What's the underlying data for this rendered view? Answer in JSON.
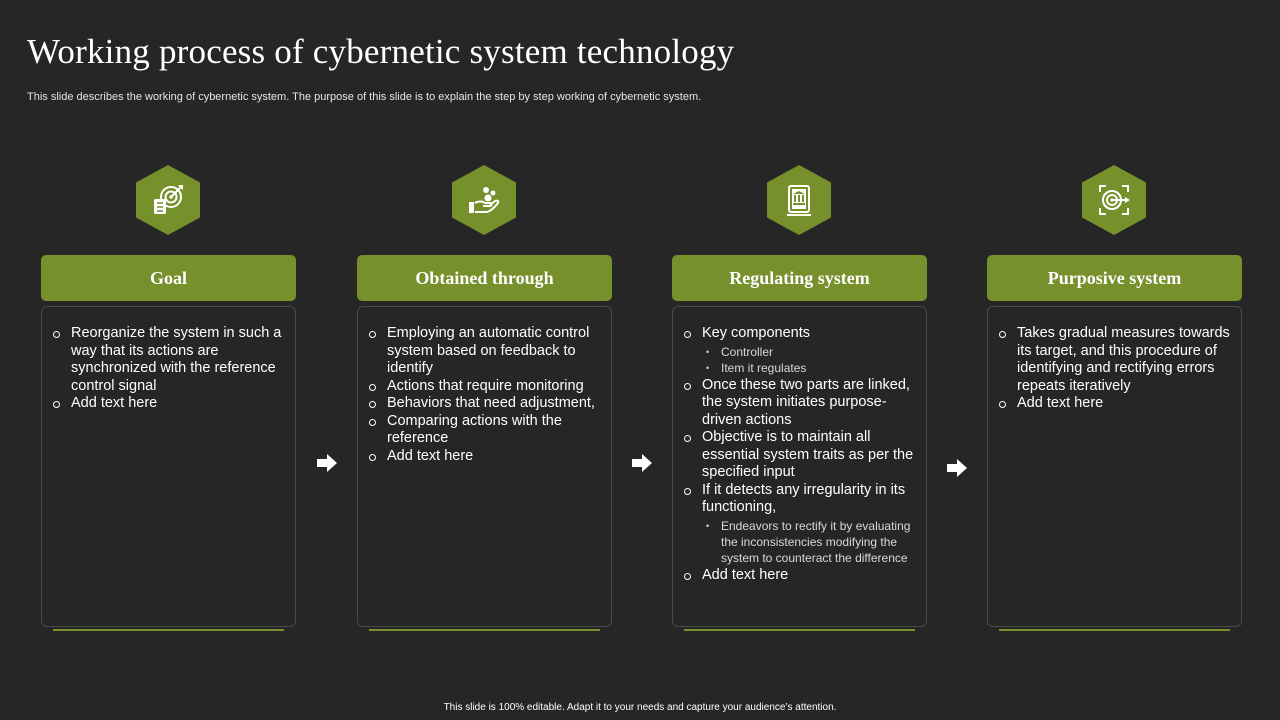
{
  "title": "Working process of cybernetic system technology",
  "subtitle": "This slide describes the working of cybernetic system. The purpose of this slide is to explain the step by step working of cybernetic system.",
  "footer": "This slide is 100% editable.  Adapt it to your needs and capture your audience’s attention.",
  "colors": {
    "background": "#262626",
    "accent": "#76902b",
    "box_border": "#4a4a4a"
  },
  "columns": [
    {
      "icon": "target-checklist-icon",
      "header": "Goal",
      "bullets": [
        {
          "text": "Reorganize the system in such a way that its actions are synchronized with the reference control signal"
        },
        {
          "text": "Add text here"
        }
      ]
    },
    {
      "icon": "hand-coins-icon",
      "header": "Obtained through",
      "bullets": [
        {
          "text": "Employing an automatic control system based on feedback to identify"
        },
        {
          "text": "Actions that require monitoring"
        },
        {
          "text": "Behaviors that need adjustment,"
        },
        {
          "text": "Comparing actions with the reference"
        },
        {
          "text": "Add text here"
        }
      ]
    },
    {
      "icon": "document-stack-icon",
      "header": "Regulating system",
      "bullets": [
        {
          "text": "Key components",
          "sub": [
            "Controller",
            "Item it regulates"
          ]
        },
        {
          "text": "Once these two parts are linked, the system initiates purpose-driven actions"
        },
        {
          "text": "Objective is to maintain all essential system traits as per the specified input"
        },
        {
          "text": "If it detects any irregularity in its functioning,",
          "sub": [
            "Endeavors to rectify it by evaluating the inconsistencies modifying the system to counteract the difference"
          ]
        },
        {
          "text": "Add text here"
        }
      ]
    },
    {
      "icon": "target-arrow-icon",
      "header": "Purposive system",
      "bullets": [
        {
          "text": "Takes gradual measures towards its target, and this procedure of identifying and rectifying errors repeats iteratively"
        },
        {
          "text": "Add text here"
        }
      ]
    }
  ]
}
